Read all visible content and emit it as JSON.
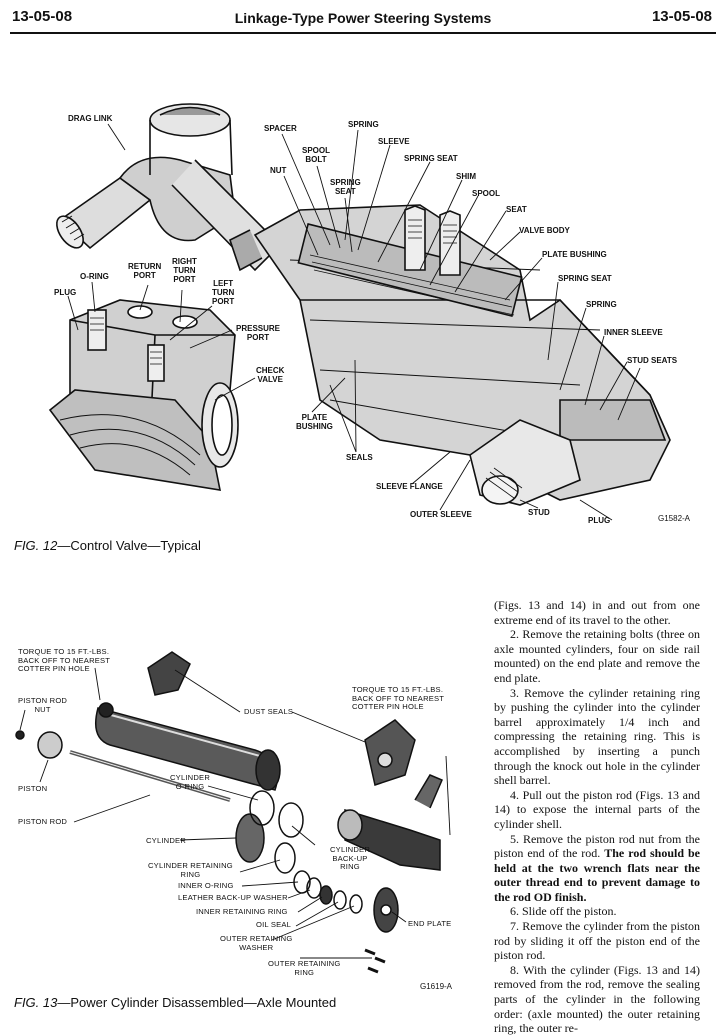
{
  "header": {
    "page_left": "13-05-08",
    "title": "Linkage-Type Power Steering Systems",
    "page_right": "13-05-08"
  },
  "fig12": {
    "caption_num": "FIG. 12",
    "caption_text": "—Control Valve—Typical",
    "code": "G1582-A",
    "labels": {
      "drag_link": "DRAG LINK",
      "spacer": "SPACER",
      "spring_top": "SPRING",
      "sleeve": "SLEEVE",
      "spool_bolt": "SPOOL\nBOLT",
      "nut": "NUT",
      "spring_seat_left": "SPRING\nSEAT",
      "spring_seat_top": "SPRING SEAT",
      "shim": "SHIM",
      "spool": "SPOOL",
      "seat": "SEAT",
      "valve_body": "VALVE BODY",
      "plate_bushing_right": "PLATE BUSHING",
      "spring_seat_right": "SPRING SEAT",
      "spring_right": "SPRING",
      "inner_sleeve": "INNER SLEEVE",
      "stud_seats": "STUD SEATS",
      "o_ring": "O-RING",
      "return_port": "RETURN\nPORT",
      "right_turn_port": "RIGHT\nTURN\nPORT",
      "left_turn_port": "LEFT\nTURN\nPORT",
      "plug_left": "PLUG",
      "pressure_port": "PRESSURE\nPORT",
      "check_valve": "CHECK\nVALVE",
      "plate_bushing_left": "PLATE\nBUSHING",
      "seals": "SEALS",
      "sleeve_flange": "SLEEVE FLANGE",
      "outer_sleeve": "OUTER SLEEVE",
      "stud": "STUD",
      "plug_right": "PLUG"
    }
  },
  "fig13": {
    "caption_num": "FIG. 13",
    "caption_text": "—Power Cylinder Disassembled—Axle Mounted",
    "code": "G1619-A",
    "labels": {
      "torque_left": "TORQUE TO 15 FT.-LBS.\nBACK OFF TO NEAREST\nCOTTER PIN HOLE",
      "piston_rod_nut": "PISTON ROD\nNUT",
      "dust_seals": "DUST SEALS",
      "torque_right": "TORQUE TO 15 FT.-LBS.\nBACK OFF TO NEAREST\nCOTTER PIN HOLE",
      "piston": "PISTON",
      "cylinder_o_ring": "CYLINDER\nO-RING",
      "piston_rod": "PISTON ROD",
      "cylinder": "CYLINDER",
      "cylinder_back_up_ring": "CYLINDER\nBACK-UP\nRING",
      "cylinder_retaining_ring": "CYLINDER RETAINING\nRING",
      "inner_o_ring": "INNER O-RING",
      "leather_back_up_washer": "LEATHER BACK-UP WASHER",
      "inner_retaining_ring": "INNER RETAINING RING",
      "oil_seal": "OIL SEAL",
      "outer_retaining_washer": "OUTER RETAINING\nWASHER",
      "end_plate": "END PLATE",
      "outer_retaining_ring": "OUTER RETAINING\nRING"
    }
  },
  "body": {
    "p0": "(Figs. 13 and 14) in and out from one extreme end of its travel to the other.",
    "p2": "2. Remove the retaining bolts (three on axle mounted cylinders, four on side rail mounted) on the end plate and remove the end plate.",
    "p3": "3. Remove the cylinder retaining ring by pushing the cylinder into the cylinder barrel approximately 1/4 inch and compressing the retaining ring. This is accomplished by inserting a punch through the knock out hole in the cylinder shell barrel.",
    "p4": "4. Pull out the piston rod (Figs. 13 and 14) to expose the internal parts of the cylinder shell.",
    "p5a": "5. Remove the piston rod nut from the piston end of the rod.",
    "p5b": "The rod should be held at the two wrench flats near the outer thread end to prevent damage to the rod OD finish.",
    "p6": "6. Slide off the piston.",
    "p7": "7. Remove the cylinder from the piston rod by sliding it off the piston end of the piston rod.",
    "p8": "8. With the cylinder (Figs. 13 and 14) removed from the rod, remove the sealing parts of the cylinder in the following order: (axle mounted) the outer retaining ring, the outer re-"
  }
}
